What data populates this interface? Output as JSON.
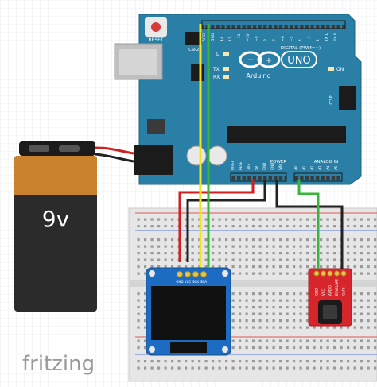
{
  "battery": {
    "label": "9v"
  },
  "arduino": {
    "reset_label": "RESET",
    "icsp2_label": "ICSP2",
    "brand_label": "Arduino",
    "model_label": "UNO",
    "tx_label": "TX",
    "rx_label": "RX",
    "l_label": "L",
    "on_label": "ON",
    "icsp_label": "ICSP",
    "digital_label": "DIGITAL (PWM=~)",
    "power_label": "POWER",
    "analog_label": "ANALOG IN",
    "top_header_pins": [
      "AREF",
      "GND",
      "13",
      "12",
      "~11",
      "~10",
      "~9",
      "8",
      "7",
      "~6",
      "~5",
      "4",
      "~3",
      "2",
      "TX 1",
      "RX 0"
    ],
    "power_pins": [
      "IOREF",
      "RESET",
      "3V3",
      "5V",
      "GND",
      "GND",
      "VIN"
    ],
    "analog_pins": [
      "A0",
      "A1",
      "A2",
      "A3",
      "A4",
      "A5"
    ]
  },
  "oled": {
    "pin_labels": [
      "GND",
      "VCC",
      "SCK",
      "SDA"
    ]
  },
  "sound_module": {
    "pin_labels": [
      "GND",
      "VCC",
      "AUDIO",
      "ENVELOPE",
      "GATE"
    ]
  },
  "watermark": "fritzing",
  "colors": {
    "arduino_board": "#2a7fa6",
    "wire_red": "#d11f1f",
    "wire_black": "#222222",
    "wire_yellow": "#f1e51c",
    "wire_green": "#37b63a",
    "battery_orange": "#c9822e",
    "oled_blue": "#1d6cc4",
    "sound_module_red": "#d7262b"
  }
}
